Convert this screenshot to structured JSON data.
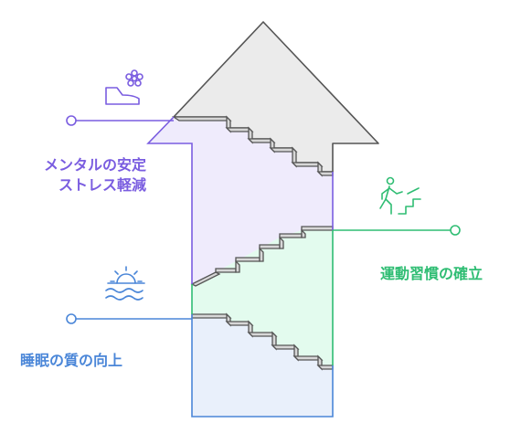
{
  "colors": {
    "stress": "#7a5de0",
    "exercise": "#2fbd73",
    "sleep": "#4a86d8",
    "arrow_head": "#ebebeb",
    "outline": "#555555"
  },
  "sections": [
    {
      "id": "stress",
      "lines": [
        "メンタルの安定",
        "ストレス軽減"
      ],
      "icon": "foot-flower-icon"
    },
    {
      "id": "exercise",
      "lines": [
        "運動習慣の確立"
      ],
      "icon": "running-stairs-icon"
    },
    {
      "id": "sleep",
      "lines": [
        "睡眠の質の向上"
      ],
      "icon": "sunrise-waves-icon"
    }
  ]
}
